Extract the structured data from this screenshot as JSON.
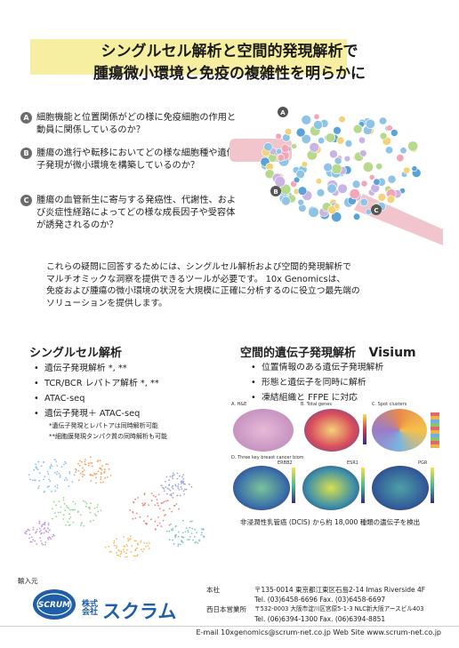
{
  "header": {
    "title_line1": "シングルセル解析と空間的発現解析で",
    "title_line2": "腫瘍微小環境と免疫の複雑性を明らかに"
  },
  "questions": [
    {
      "badge": "A",
      "text": "細胞機能と位置関係がどの様に免疫細胞の作用と動員に関係しているのか？"
    },
    {
      "badge": "B",
      "text": "腫瘍の進行や転移においてどの様な細胞種や遺伝子発現が微小環境を構築しているのか？"
    },
    {
      "badge": "C",
      "text": "腫瘍の血管新生に寄与する発癌性、代謝性、および炎症性経路によってどの様な成長因子や受容体が誘発されるのか？"
    }
  ],
  "illustration_labels": {
    "a": "A",
    "b": "B",
    "c": "C"
  },
  "intro": {
    "line1": "これらの疑問に回答するためには、シングルセル解析および空間的発現解析で",
    "line2": "マルチオミックな洞察を提供できるツールが必要です。 10x Genomicsは、",
    "line3": "免疫および腫瘍の微小環境の状況を大規模に正確に分析するのに役立つ最先端の",
    "line4": "ソリューションを提供します。"
  },
  "single_cell": {
    "heading": "シングルセル解析",
    "items": [
      "遺伝子発現解析 *, **",
      "TCR/BCR レパトア解析 *, **",
      "ATAC-seq",
      "遺伝子発現＋ ATAC-seq"
    ],
    "note1": "*遺伝子発現とレパトアは同時解析可能",
    "note2": "**細胞膜発現タンパク質の同時解析も可能"
  },
  "spatial": {
    "heading": "空間的遺伝子発現解析",
    "product": "Visium",
    "items": [
      "位置情報のある遺伝子発現解析",
      "形態と遺伝子を同時に解析",
      "凍結組織と FFPE に対応"
    ],
    "panels": {
      "a": "A. H&E",
      "b": "B. Total genes",
      "c": "C. Spot clusters",
      "d": "D. Three key breast cancer biom",
      "genes": [
        "ERBB2",
        "ESR1",
        "PGR"
      ]
    },
    "caption": "非浸潤性乳管癌 (DCIS) から約 18,000 種類の遺伝子を検出"
  },
  "footer": {
    "importer_label": "輸入元",
    "logo_badge": "SCRUM",
    "logo_kabu": "株式会社",
    "logo_name": "スクラム",
    "hq_label": "本社",
    "hq_addr": "〒135-0014 東京都江東区石島2-14 Imas Riverside 4F",
    "hq_tel": "Tel. (03)6458-6696 Fax. (03)6458-6697",
    "west_label": "西日本営業所",
    "west_addr": "〒532-0003 大阪市淀川区宮原5-1-3 NLC新大阪アースビル403",
    "west_tel": "Tel. (06)6394-1300 Fax. (06)6394-8851",
    "contact": "E-mail  10xgenomics@scrum-net.co.jp   Web Site  www.scrum-net.co.jp"
  },
  "colors": {
    "title_band": "#f6efa1",
    "cell_blue": "#8fc4e6",
    "cell_blue_dark": "#5aa3d6",
    "vessel_pink": "#f2c4cc",
    "logo_blue": "#1f5fa8"
  }
}
